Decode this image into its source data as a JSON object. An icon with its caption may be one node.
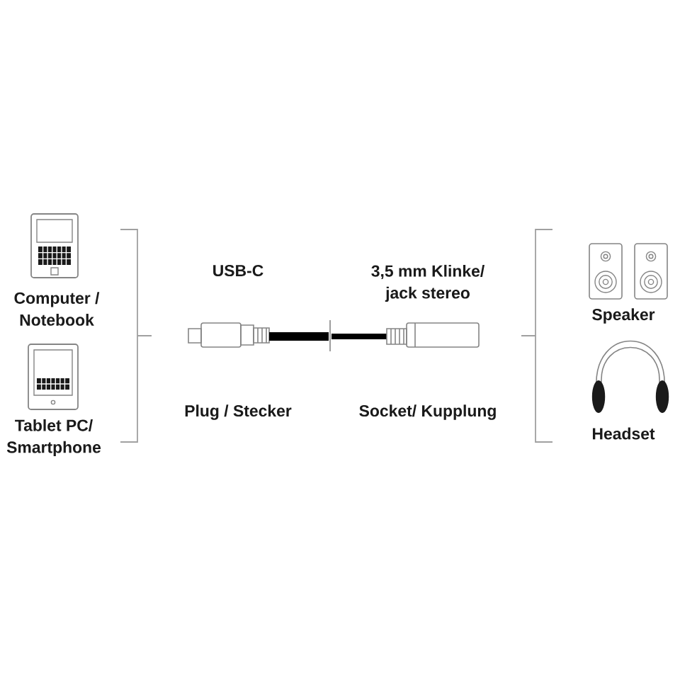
{
  "diagram": {
    "labels": [
      "Computer / Notebook",
      "Tablet PC/ Smartphone",
      "USB-C",
      "3,5 mm Klinke/ jack stereo",
      "Plug / Stecker",
      "Socket/ Kupplung",
      "Speaker",
      "Headset"
    ]
  }
}
